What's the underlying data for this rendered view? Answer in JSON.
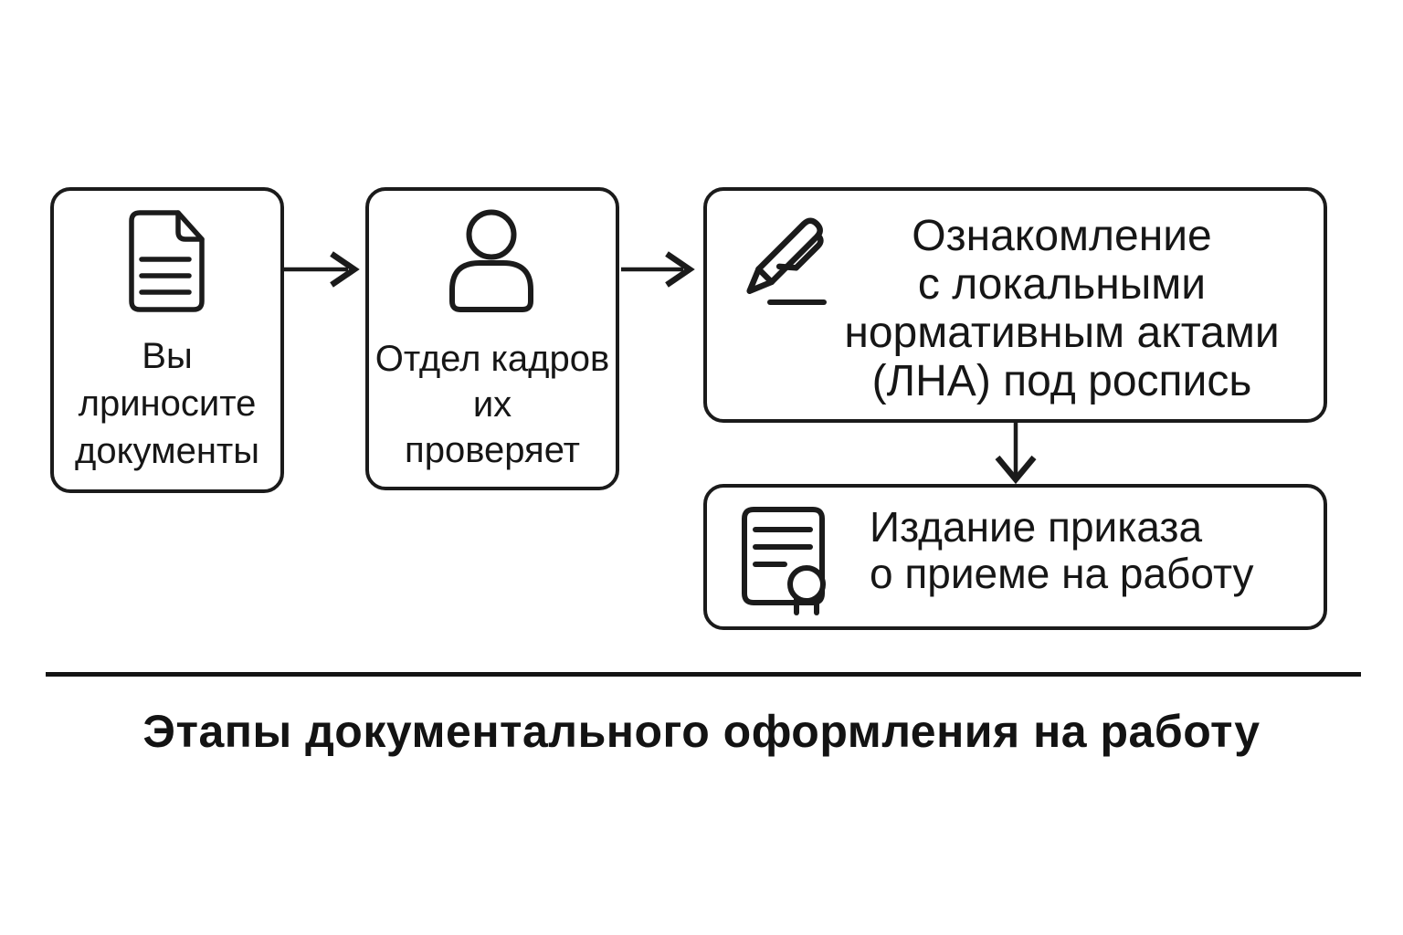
{
  "canvas": {
    "background": "#ffffff",
    "ink": "#1b1b1b"
  },
  "flow": {
    "boxes": [
      {
        "id": "you-bring-documents",
        "icon": "document-icon",
        "lines": [
          "Вы",
          "лриносите",
          "документы"
        ]
      },
      {
        "id": "hr-checks-documents",
        "icon": "person-icon",
        "lines": [
          "Отдел кадров",
          "их",
          "проверяет"
        ]
      },
      {
        "id": "lna-familiarization",
        "icon": "pen-signature-icon",
        "lines": [
          "Ознакомление",
          "с локальными",
          "нормативным актами",
          "(ЛНА) под роспись"
        ]
      },
      {
        "id": "employment-order",
        "icon": "certificate-icon",
        "lines": [
          "Издание приказа",
          "о приеме на работу"
        ]
      }
    ],
    "connectors": [
      "arrow-right",
      "arrow-right",
      "arrow-down"
    ]
  },
  "caption": {
    "text": "Этапы документального оформления на работу"
  }
}
